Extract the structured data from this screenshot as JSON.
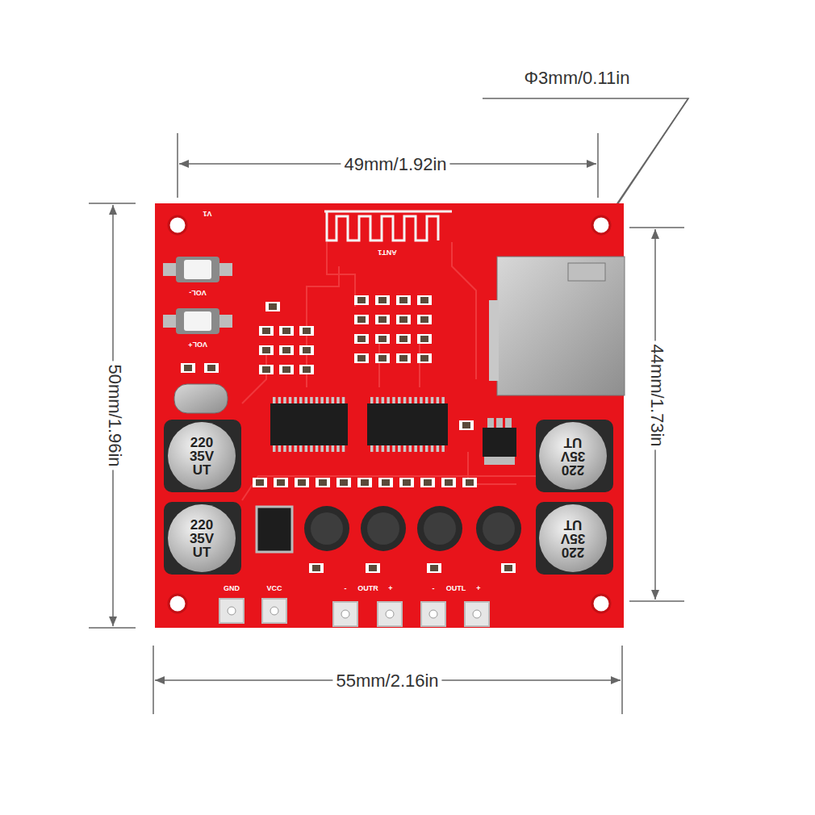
{
  "diagram": {
    "labels": [
      "Φ3mm/0.11in",
      "49mm/1.92in",
      "50mm/1.96in",
      "44mm/1.73in",
      "55mm/2.16in",
      "V1",
      "ANT1",
      "VOL-",
      "VOL+",
      "220 35V UT",
      "220 35V UT",
      "220 35V UT",
      "220 35V UT",
      "GND",
      "VCC",
      "OUTR",
      "-",
      "+",
      "OUTL",
      "-",
      "+"
    ]
  }
}
